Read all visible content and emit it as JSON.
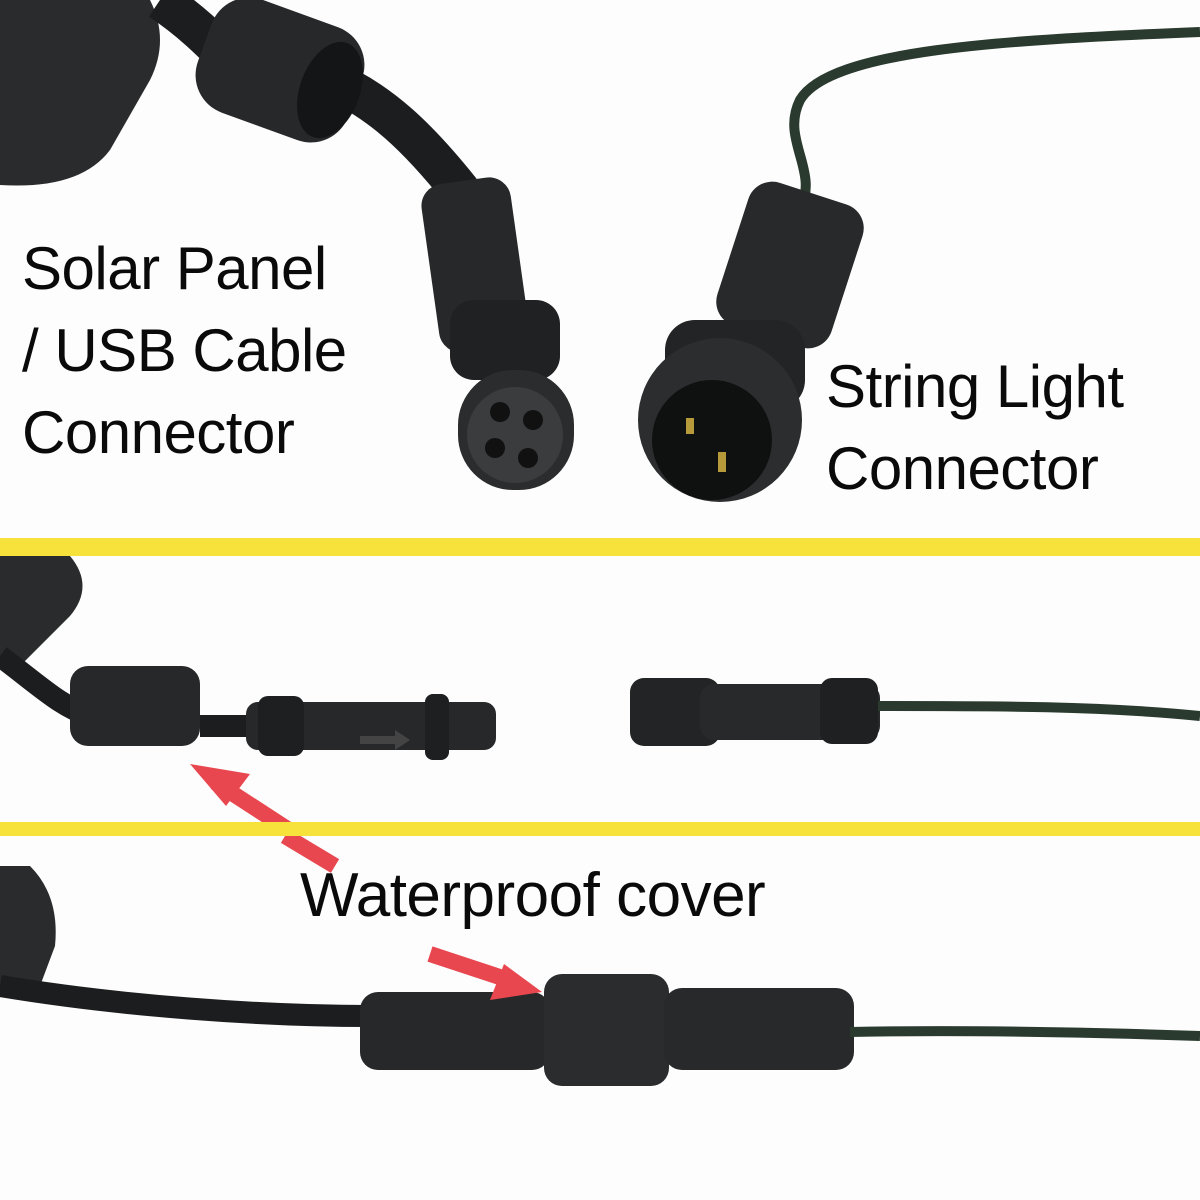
{
  "labels": {
    "solar_line1": "Solar Panel",
    "solar_line2": "/ USB Cable",
    "solar_line3": "Connector",
    "string_line1": "String Light",
    "string_line2": "Connector",
    "waterproof": "Waterproof cover"
  },
  "colors": {
    "divider": "#f6e23a",
    "arrow": "#e8474f",
    "connector": "#232526"
  }
}
